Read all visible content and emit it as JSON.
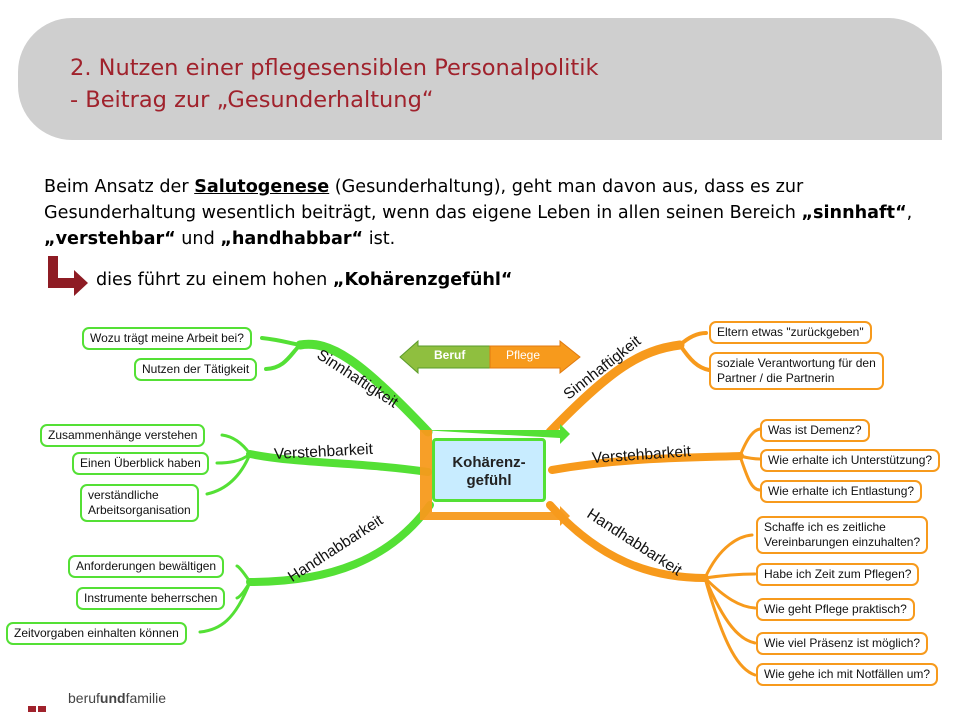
{
  "header": {
    "title_line1": "2. Nutzen einer pflegesensiblen Personalpolitik",
    "title_line2": "- Beitrag zur „Gesunderhaltung“"
  },
  "intro": {
    "part1": "Beim Ansatz der ",
    "salutogenese": "Salutogenese",
    "part2": " (Gesunderhaltung), geht man davon aus, dass es zur Gesunderhaltung wesentlich beiträgt, wenn das eigene Leben in allen seinen Bereich ",
    "sinnhaft": "„sinnhaft“",
    "comma": ", ",
    "verstehbar": "„verstehbar“",
    "und": " und ",
    "handhabbar": "„handhabbar“",
    "ist": " ist."
  },
  "result": {
    "prefix": "dies führt zu einem hohen ",
    "bold": "„Kohärenzgefühl“"
  },
  "mindmap": {
    "center": {
      "line1": "Kohärenz-",
      "line2": "gefühl"
    },
    "top_arrow": {
      "left": "Beruf",
      "right": "Pflege"
    },
    "left_branches": {
      "sinnhaftigkeit": "Sinnhaftigkeit",
      "verstehbarkeit": "Verstehbarkeit",
      "handhabbarkeit": "Handhabbarkeit"
    },
    "right_branches": {
      "sinnhaftigkeit": "Sinnhaftigkeit",
      "verstehbarkeit": "Verstehbarkeit",
      "handhabbarkeit": "Handhabbarkeit"
    },
    "left_nodes": {
      "wozu": "Wozu trägt meine Arbeit bei?",
      "nutzen": "Nutzen der Tätigkeit",
      "zusammenhaenge": "Zusammenhänge verstehen",
      "ueberblick": "Einen Überblick haben",
      "orga_line1": "verständliche",
      "orga_line2": "Arbeitsorganisation",
      "anforderungen": "Anforderungen bewältigen",
      "instrumente": "Instrumente beherrschen",
      "zeitvorgaben": "Zeitvorgaben einhalten können"
    },
    "right_nodes": {
      "eltern": "Eltern etwas \"zurückgeben\"",
      "sozial_line1": "soziale Verantwortung für den",
      "sozial_line2": "Partner / die Partnerin",
      "demenz": "Was ist Demenz?",
      "unterstuetzung": "Wie erhalte ich Unterstützung?",
      "entlastung": "Wie erhalte ich Entlastung?",
      "schaffe_line1": "Schaffe ich es zeitliche",
      "schaffe_line2": "Vereinbarungen einzuhalten?",
      "zeit": "Habe ich Zeit zum Pflegen?",
      "praktisch": "Wie geht Pflege praktisch?",
      "praesenz": "Wie viel Präsenz ist möglich?",
      "notfaelle": "Wie gehe ich mit Notfällen um?"
    }
  },
  "footer": {
    "part1": "beruf",
    "part2": "und",
    "part3": "familie"
  },
  "colors": {
    "accent": "#a0222c",
    "green": "#54e035",
    "orange": "#f79a1c",
    "header_bg": "#cfcfcf"
  }
}
